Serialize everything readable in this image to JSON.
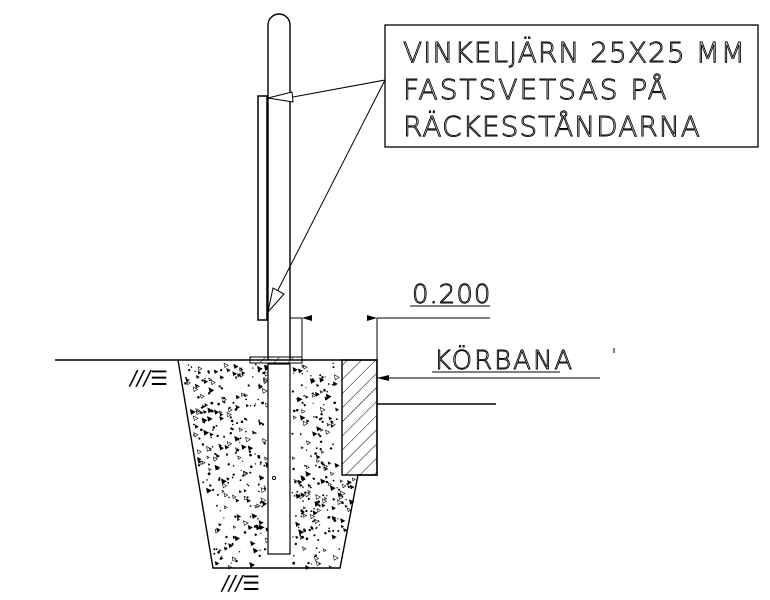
{
  "diagram": {
    "note": {
      "line1": "VINKELJÄRN 25X25 MM",
      "line2": "FASTSVETSAS PÅ",
      "line3": "RÄCKESSTÅNDARNA"
    },
    "dimension_label": "0.200",
    "road_label": "KÖRBANA",
    "ground_symbol": "///☰",
    "colors": {
      "line": "#000000",
      "background": "#ffffff"
    }
  }
}
